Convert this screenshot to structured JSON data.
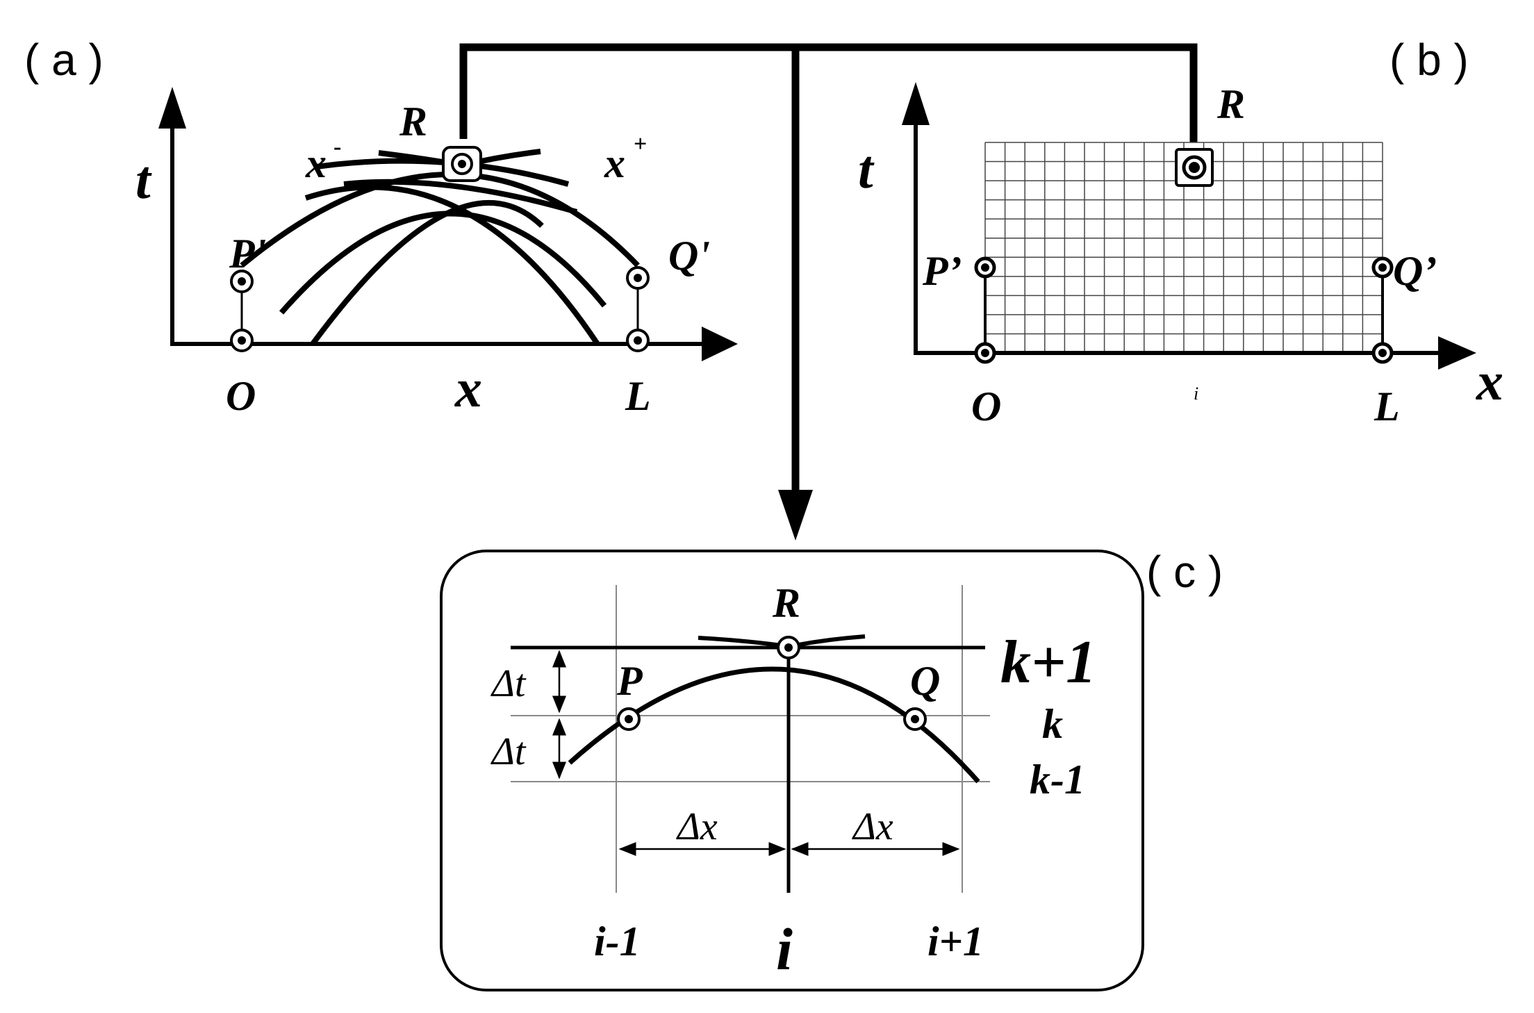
{
  "panels": {
    "a": {
      "label": "( a )",
      "axis_t": "t",
      "axis_x": "x",
      "point_R": "R",
      "point_P": "P'",
      "point_Q": "Q'",
      "point_O": "O",
      "point_L": "L",
      "char_minus": "x",
      "char_minus_sup": "-",
      "char_plus": "x",
      "char_plus_sup": "+"
    },
    "b": {
      "label": "( b )",
      "axis_t": "t",
      "axis_x": "x",
      "point_R": "R",
      "point_P": "P’",
      "point_Q": "Q’",
      "point_O": "O",
      "point_L": "L",
      "index_i": "i"
    },
    "c": {
      "label": "( c )",
      "point_R": "R",
      "point_P": "P",
      "point_Q": "Q",
      "row_k1": "k+1",
      "row_k": "k",
      "row_km1": "k-1",
      "dt1": "Δt",
      "dt2": "Δt",
      "dx1": "Δx",
      "dx2": "Δx",
      "col_im1": "i-1",
      "col_i": "i",
      "col_ip1": "i+1"
    }
  },
  "colors": {
    "ink": "#000000",
    "grid": "#888888",
    "background": "#ffffff"
  }
}
